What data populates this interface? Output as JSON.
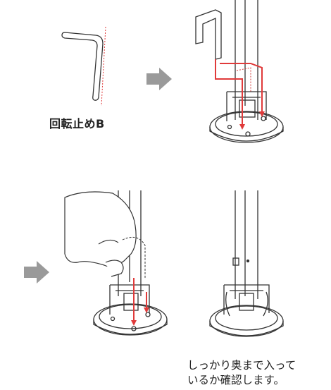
{
  "part_label": "回転止めB",
  "note": {
    "line1": "しっかり奥まで入って",
    "line2": "いるか確認します。"
  },
  "colors": {
    "line": "#333333",
    "guide": "#e03a3a",
    "arrow": "#9a9a9a",
    "dotted": "#d23a3a"
  },
  "icons": [
    "right-arrow-icon",
    "hex-key-icon",
    "pole-base-icon",
    "hand-icon"
  ]
}
